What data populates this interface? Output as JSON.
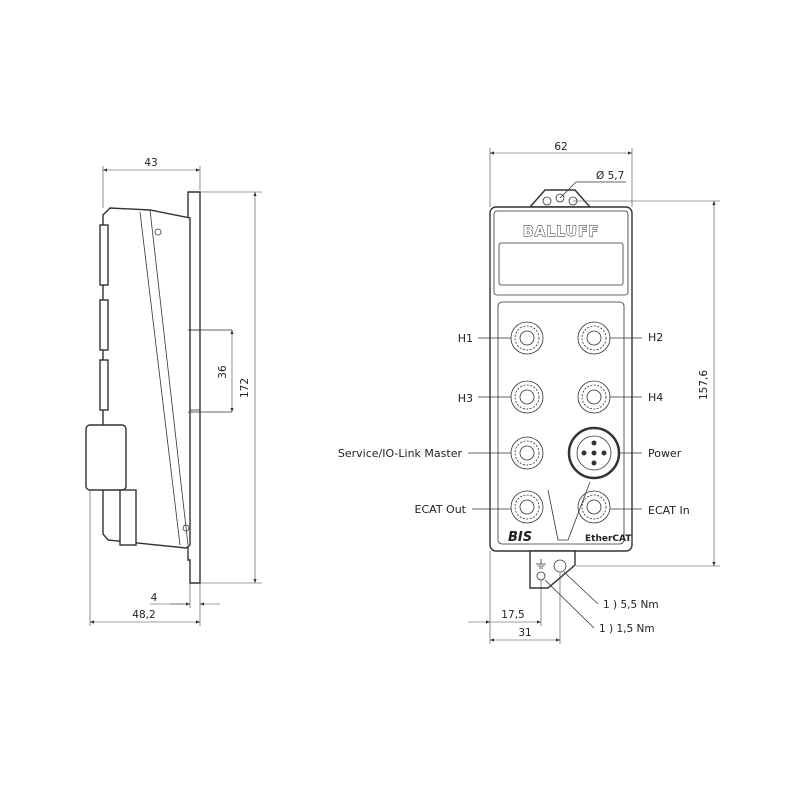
{
  "brand": "BALLUFF",
  "series_mark": "BIS",
  "protocol_logo": "EtherCAT",
  "side_view": {
    "dims": {
      "depth": "43",
      "height": "172",
      "mount_spacing": "36",
      "plate_thickness": "4",
      "total_depth": "48,2"
    }
  },
  "front_view": {
    "dims": {
      "width": "62",
      "hole_diameter": "Ø 5,7",
      "height": "157,6",
      "ground_offset": "17,5",
      "ground_width": "31"
    },
    "ports": {
      "h1": "H1",
      "h2": "H2",
      "h3": "H3",
      "h4": "H4",
      "service": "Service/IO-Link Master",
      "power": "Power",
      "ecat_out": "ECAT Out",
      "ecat_in": "ECAT In"
    },
    "torque": {
      "t1": "1 ) 5,5 Nm",
      "t2": "1 ) 1,5 Nm"
    }
  }
}
